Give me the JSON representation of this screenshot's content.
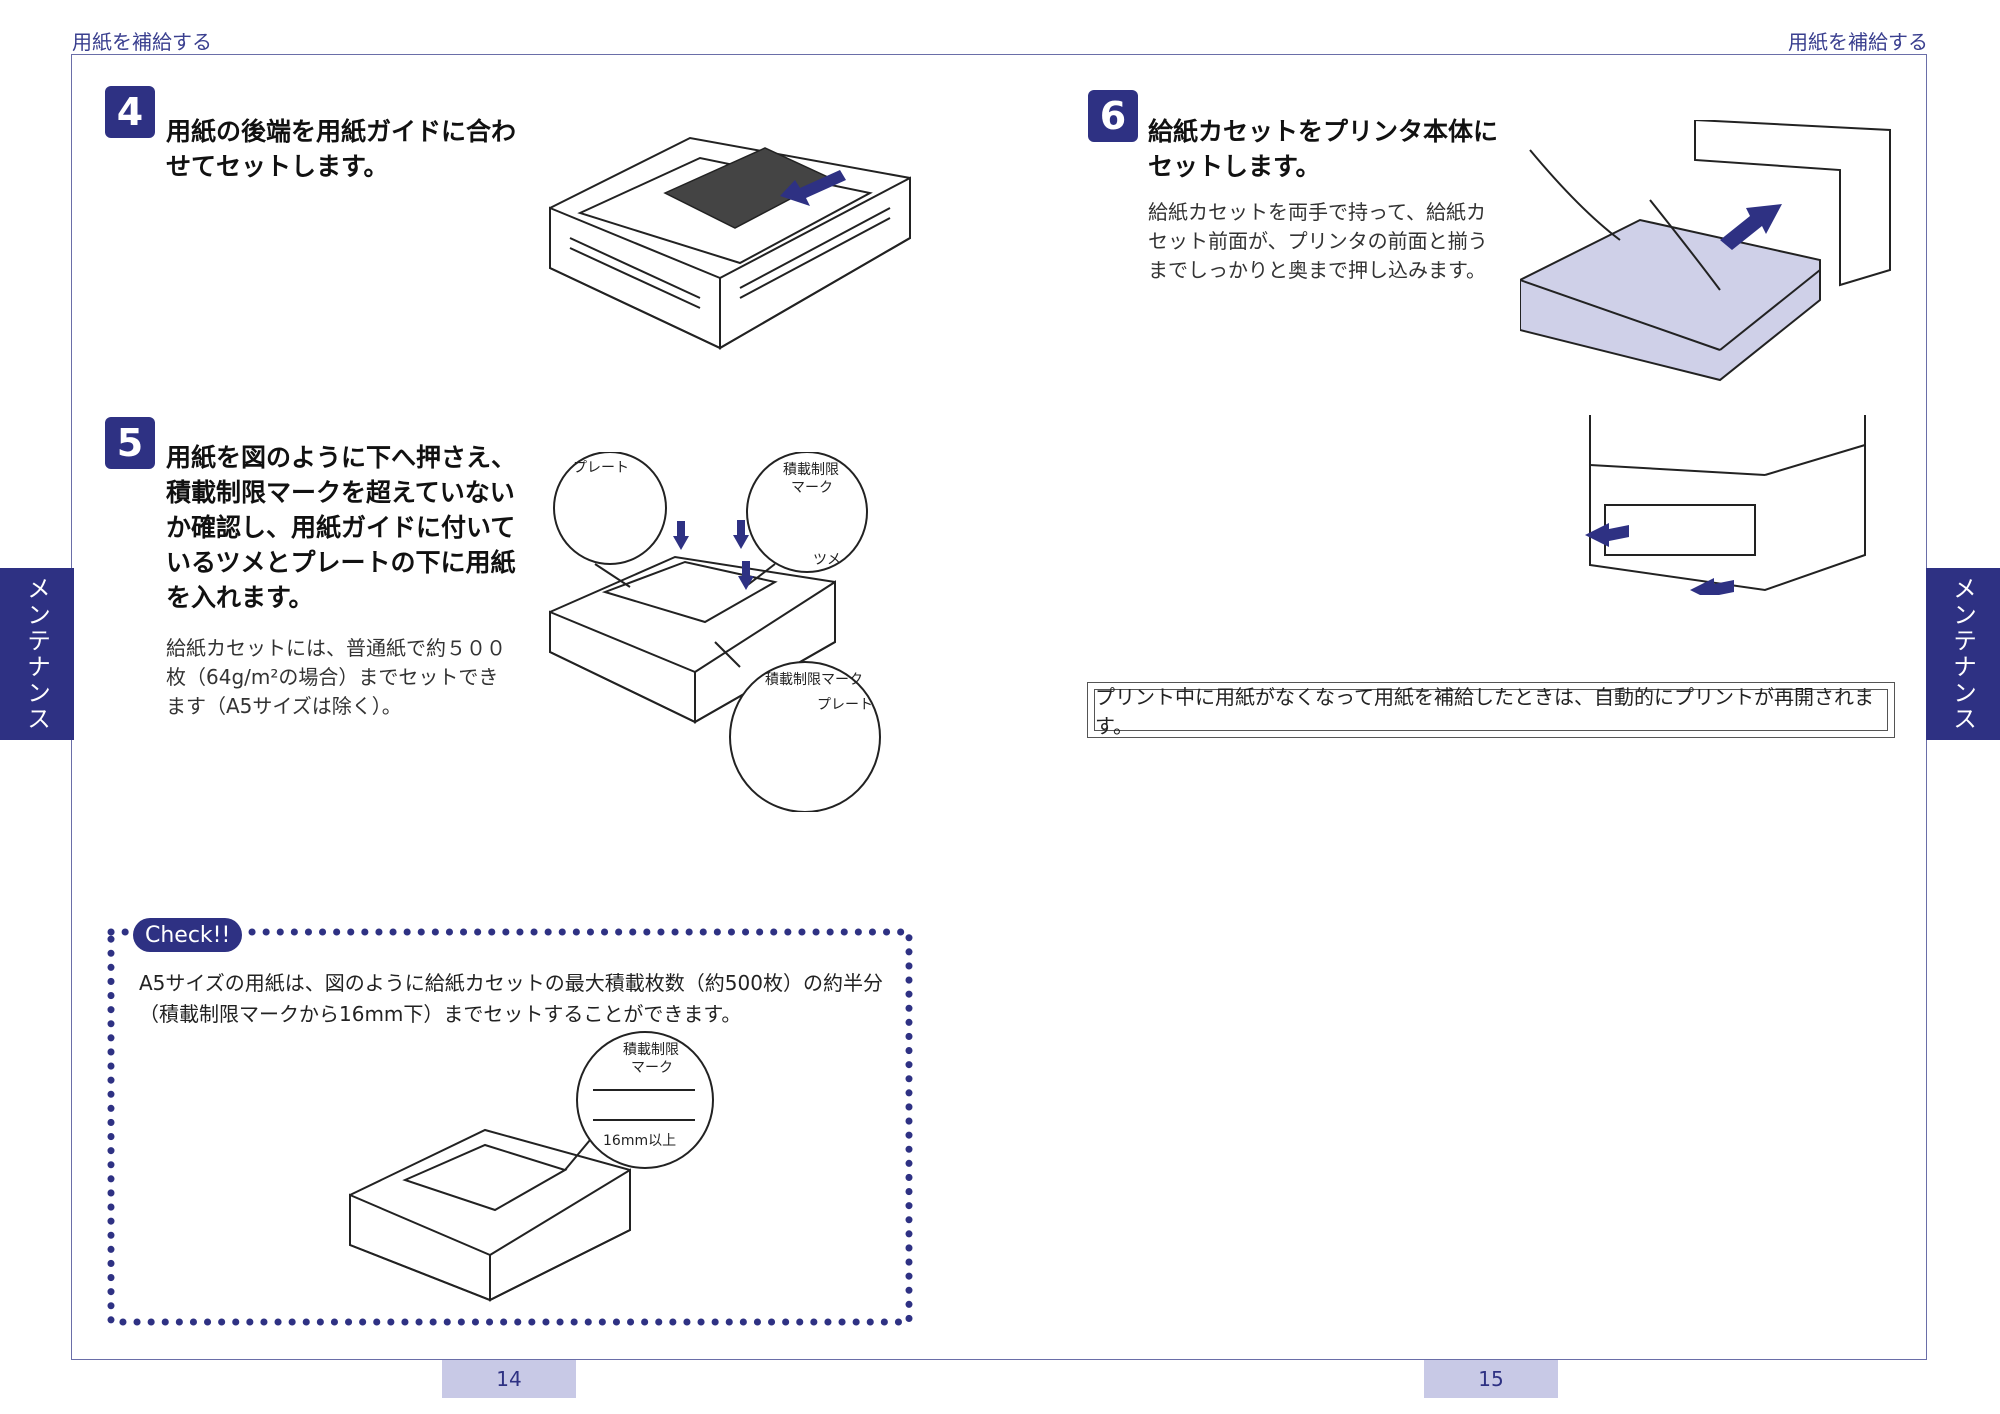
{
  "header": {
    "left_title": "用紙を補給する",
    "right_title": "用紙を補給する"
  },
  "side_tab": {
    "left_label": "メンテナンス",
    "right_label": "メンテナンス"
  },
  "step4": {
    "number": "4",
    "title": "用紙の後端を用紙ガイドに合わせてセットします。"
  },
  "step5": {
    "number": "5",
    "title": "用紙を図のように下へ押さえ、積載制限マークを超えていないか確認し、用紙ガイドに付いているツメとプレートの下に用紙を入れます。",
    "body": "給紙カセットには、普通紙で約５００枚（64g/m²の場合）までセットできます（A5サイズは除く）。",
    "callouts": {
      "plate_top": "プレート",
      "limit_mark_top_1": "積載制限",
      "limit_mark_top_2": "マーク",
      "tsume": "ツメ",
      "limit_mark_bottom": "積載制限マーク",
      "plate_bottom": "プレート"
    }
  },
  "step6": {
    "number": "6",
    "title": "給紙カセットをプリンタ本体にセットします。",
    "body": "給紙カセットを両手で持って、給紙カセット前面が、プリンタの前面と揃うまでしっかりと奥まで押し込みます。"
  },
  "note": {
    "text": "プリント中に用紙がなくなって用紙を補給したときは、自動的にプリントが再開されます。"
  },
  "check": {
    "badge": "Check!!",
    "text": "A5サイズの用紙は、図のように給紙カセットの最大積載枚数（約500枚）の約半分（積載制限マークから16mm下）までセットすることができます。",
    "callouts": {
      "limit_1": "積載制限",
      "limit_2": "マーク",
      "distance": "16mm以上"
    }
  },
  "page_numbers": {
    "left": "14",
    "right": "15"
  },
  "colors": {
    "accent": "#2e3183",
    "page_tab": "#c8c9e6",
    "frame": "#6a6ea8"
  }
}
